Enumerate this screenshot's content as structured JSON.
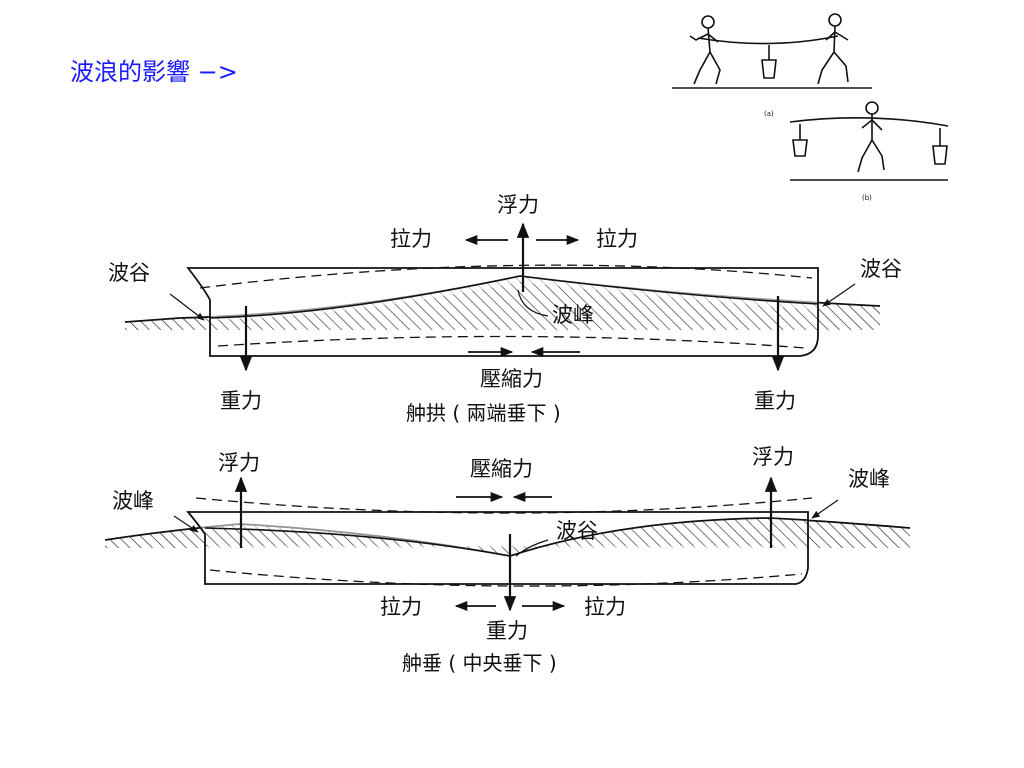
{
  "title": "波浪的影響 −>",
  "inset": {
    "label_a": "(a)",
    "label_b": "(b)"
  },
  "hogging": {
    "buoyancy": "浮力",
    "tension_left": "拉力",
    "tension_right": "拉力",
    "trough_left": "波谷",
    "trough_right": "波谷",
    "crest": "波峰",
    "compression": "壓縮力",
    "gravity_left": "重力",
    "gravity_right": "重力",
    "caption": "舯拱 ( 兩端垂下 )"
  },
  "sagging": {
    "buoyancy_left": "浮力",
    "buoyancy_right": "浮力",
    "compression": "壓縮力",
    "crest_left": "波峰",
    "crest_right": "波峰",
    "trough": "波谷",
    "tension_left": "拉力",
    "tension_right": "拉力",
    "gravity": "重力",
    "caption": "舯垂 ( 中央垂下 )"
  }
}
